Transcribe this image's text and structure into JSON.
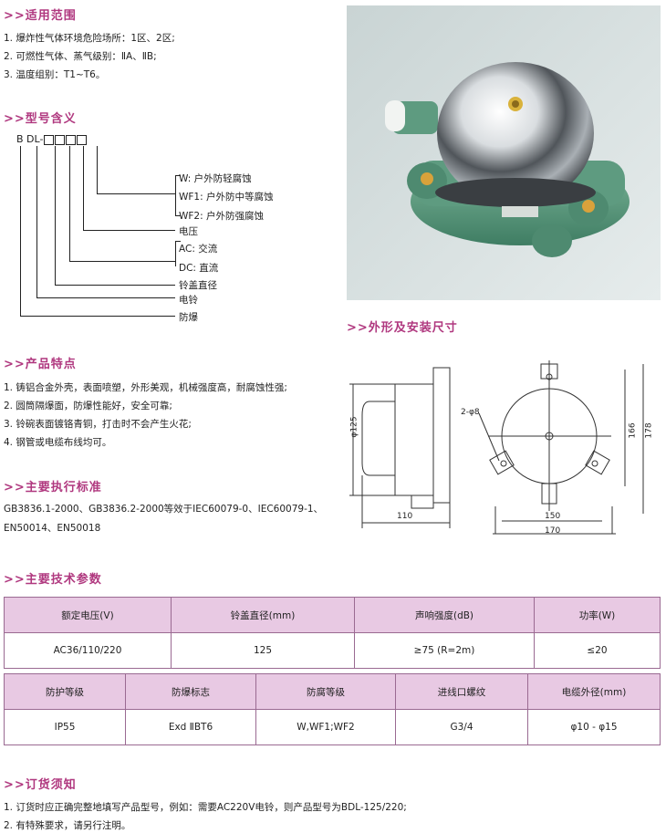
{
  "scope": {
    "title": ">>适用范围",
    "items": [
      "1. 爆炸性气体环境危险场所：1区、2区;",
      "2. 可燃性气体、蒸气级别：ⅡA、ⅡB;",
      "3. 温度组别：T1~T6。"
    ]
  },
  "model": {
    "title": ">>型号含义",
    "code_prefix": "B DL-",
    "labels": {
      "w": "W:  户外防轻腐蚀",
      "wf1": "WF1:  户外防中等腐蚀",
      "wf2": "WF2:  户外防强腐蚀",
      "voltage": "电压",
      "ac": "AC:  交流",
      "dc": "DC:  直流",
      "diameter": "铃盖直径",
      "bell": "电铃",
      "explosion": "防爆"
    }
  },
  "dims": {
    "title": ">>外形及安装尺寸",
    "labels": {
      "d125": "φ125",
      "w110": "110",
      "d2phi8": "2-φ8",
      "h166": "166",
      "h178": "178",
      "w150": "150",
      "w170": "170"
    }
  },
  "features": {
    "title": ">>产品特点",
    "items": [
      "1. 铸铝合金外壳，表面喷塑，外形美观，机械强度高，耐腐蚀性强;",
      "2. 圆筒隔爆面，防爆性能好，安全可靠;",
      "3. 铃碗表面镀铬青铜，打击时不会产生火花;",
      "4. 钢管或电缆布线均可。"
    ]
  },
  "standards": {
    "title": ">>主要执行标准",
    "lines": [
      "GB3836.1-2000、GB3836.2-2000等效于IEC60079-0、IEC60079-1、",
      "EN50014、EN50018"
    ]
  },
  "params": {
    "title": ">>主要技术参数",
    "table1": {
      "headers": [
        "额定电压(V)",
        "铃盖直径(mm)",
        "声响强度(dB)",
        "功率(W)"
      ],
      "row": [
        "AC36/110/220",
        "125",
        "≥75 (R=2m)",
        "≤20"
      ]
    },
    "table2": {
      "headers": [
        "防护等级",
        "防爆标志",
        "防腐等级",
        "进线口螺纹",
        "电缆外径(mm)"
      ],
      "row": [
        "IP55",
        "Exd ⅡBT6",
        "W,WF1;WF2",
        "G3/4",
        "φ10 - φ15"
      ]
    }
  },
  "order": {
    "title": ">>订货须知",
    "items": [
      "1. 订货时应正确完整地填写产品型号，例如：需要AC220V电铃，则产品型号为BDL-125/220;",
      "2. 有特殊要求，请另行注明。"
    ]
  },
  "colors": {
    "accent": "#b0387f",
    "table_header": "#e8c9e3",
    "table_border": "#9a6a92"
  }
}
